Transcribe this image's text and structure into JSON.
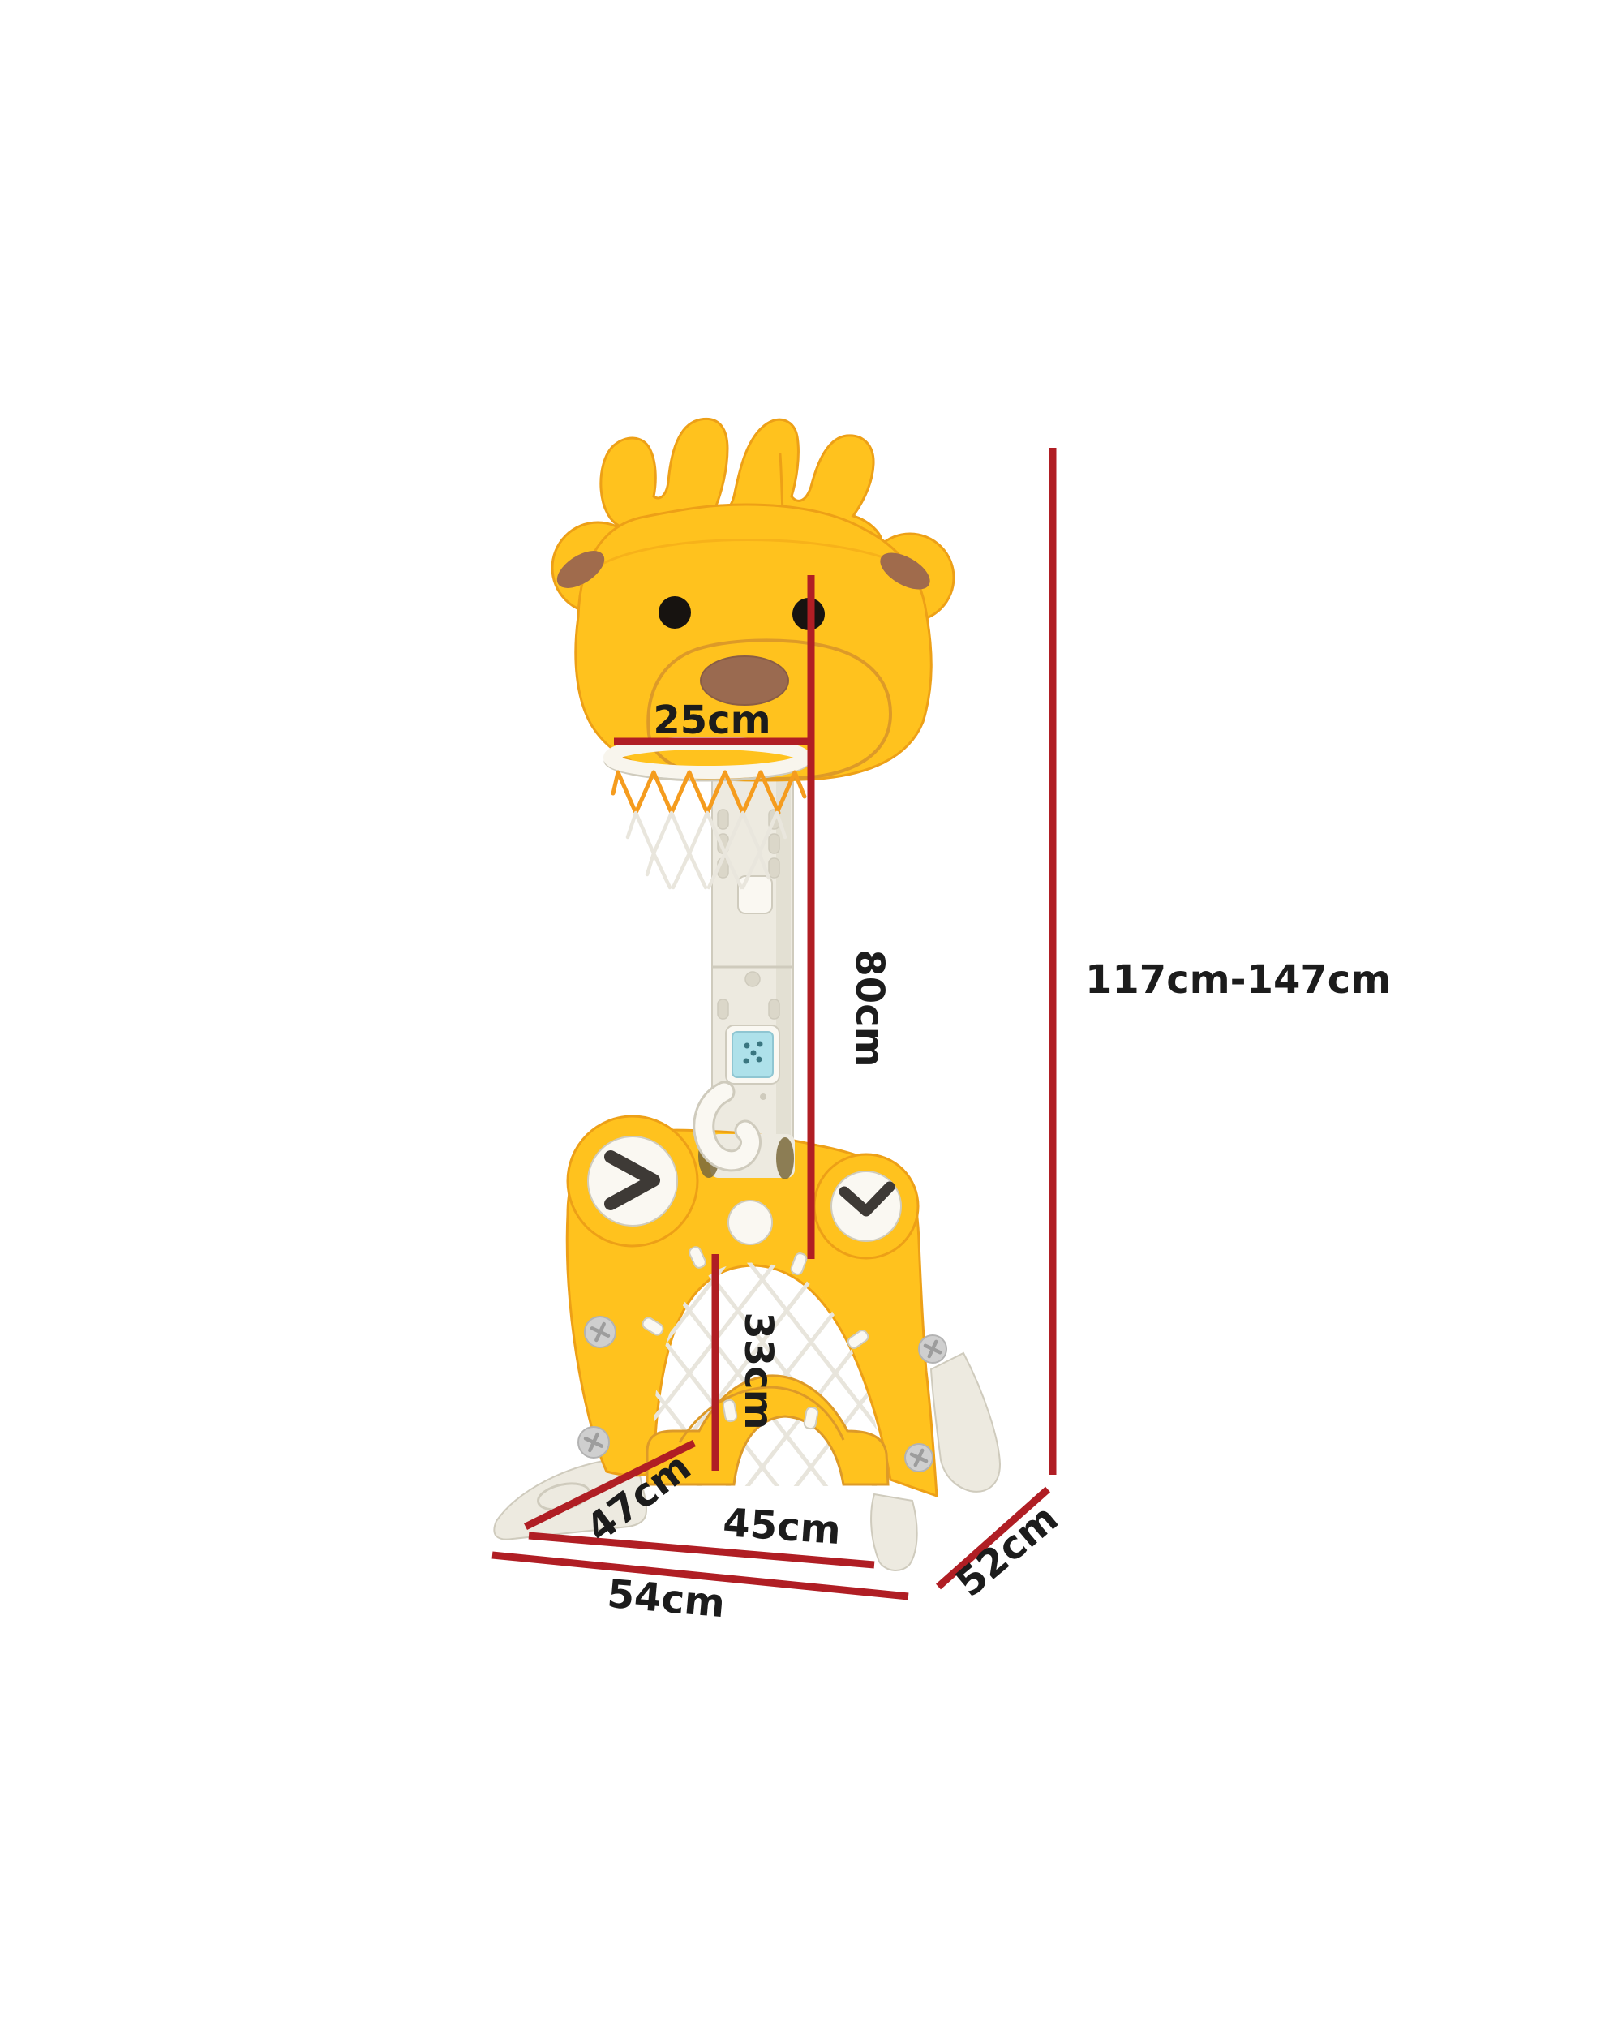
{
  "page": {
    "type": "product-dimension-diagram",
    "subject": "Kids deer basketball hoop stand with soccer goal base, annotated with dimensions",
    "background": "#ffffff"
  },
  "measurements": {
    "hoop_diameter": "25cm",
    "hoop_height": "80cm",
    "overall_height_range": "117cm-147cm",
    "goal_opening_height": "33cm",
    "base_side_depth": "47cm",
    "base_inner_width": "45cm",
    "base_total_width": "54cm",
    "base_total_depth": "52cm"
  },
  "colors": {
    "background": "#ffffff",
    "yellow": "#FFC21E",
    "yellow_edge": "#EDA017",
    "muzzle_edge": "#DD9A28",
    "ear_brown": "#A06B4C",
    "nose_brown": "#9A6A50",
    "nose_edge": "#8A5D45",
    "eye_black": "#171310",
    "chevron": "#3E3A36",
    "cream": "#EDEAE0",
    "cream_shade": "#DBD7C9",
    "cream_edge": "#CFCBBD",
    "white_part": "#FAF8F2",
    "rim_white": "#F8F5ED",
    "net_white": "#E9E6DD",
    "net_orange": "#F59C1E",
    "net_goal": "#E8E5DC",
    "device_blue": "#AEE1EA",
    "screw": "#CFCFCF",
    "measure_red": "#B01E24",
    "label_ink": "#1C1C1C"
  }
}
